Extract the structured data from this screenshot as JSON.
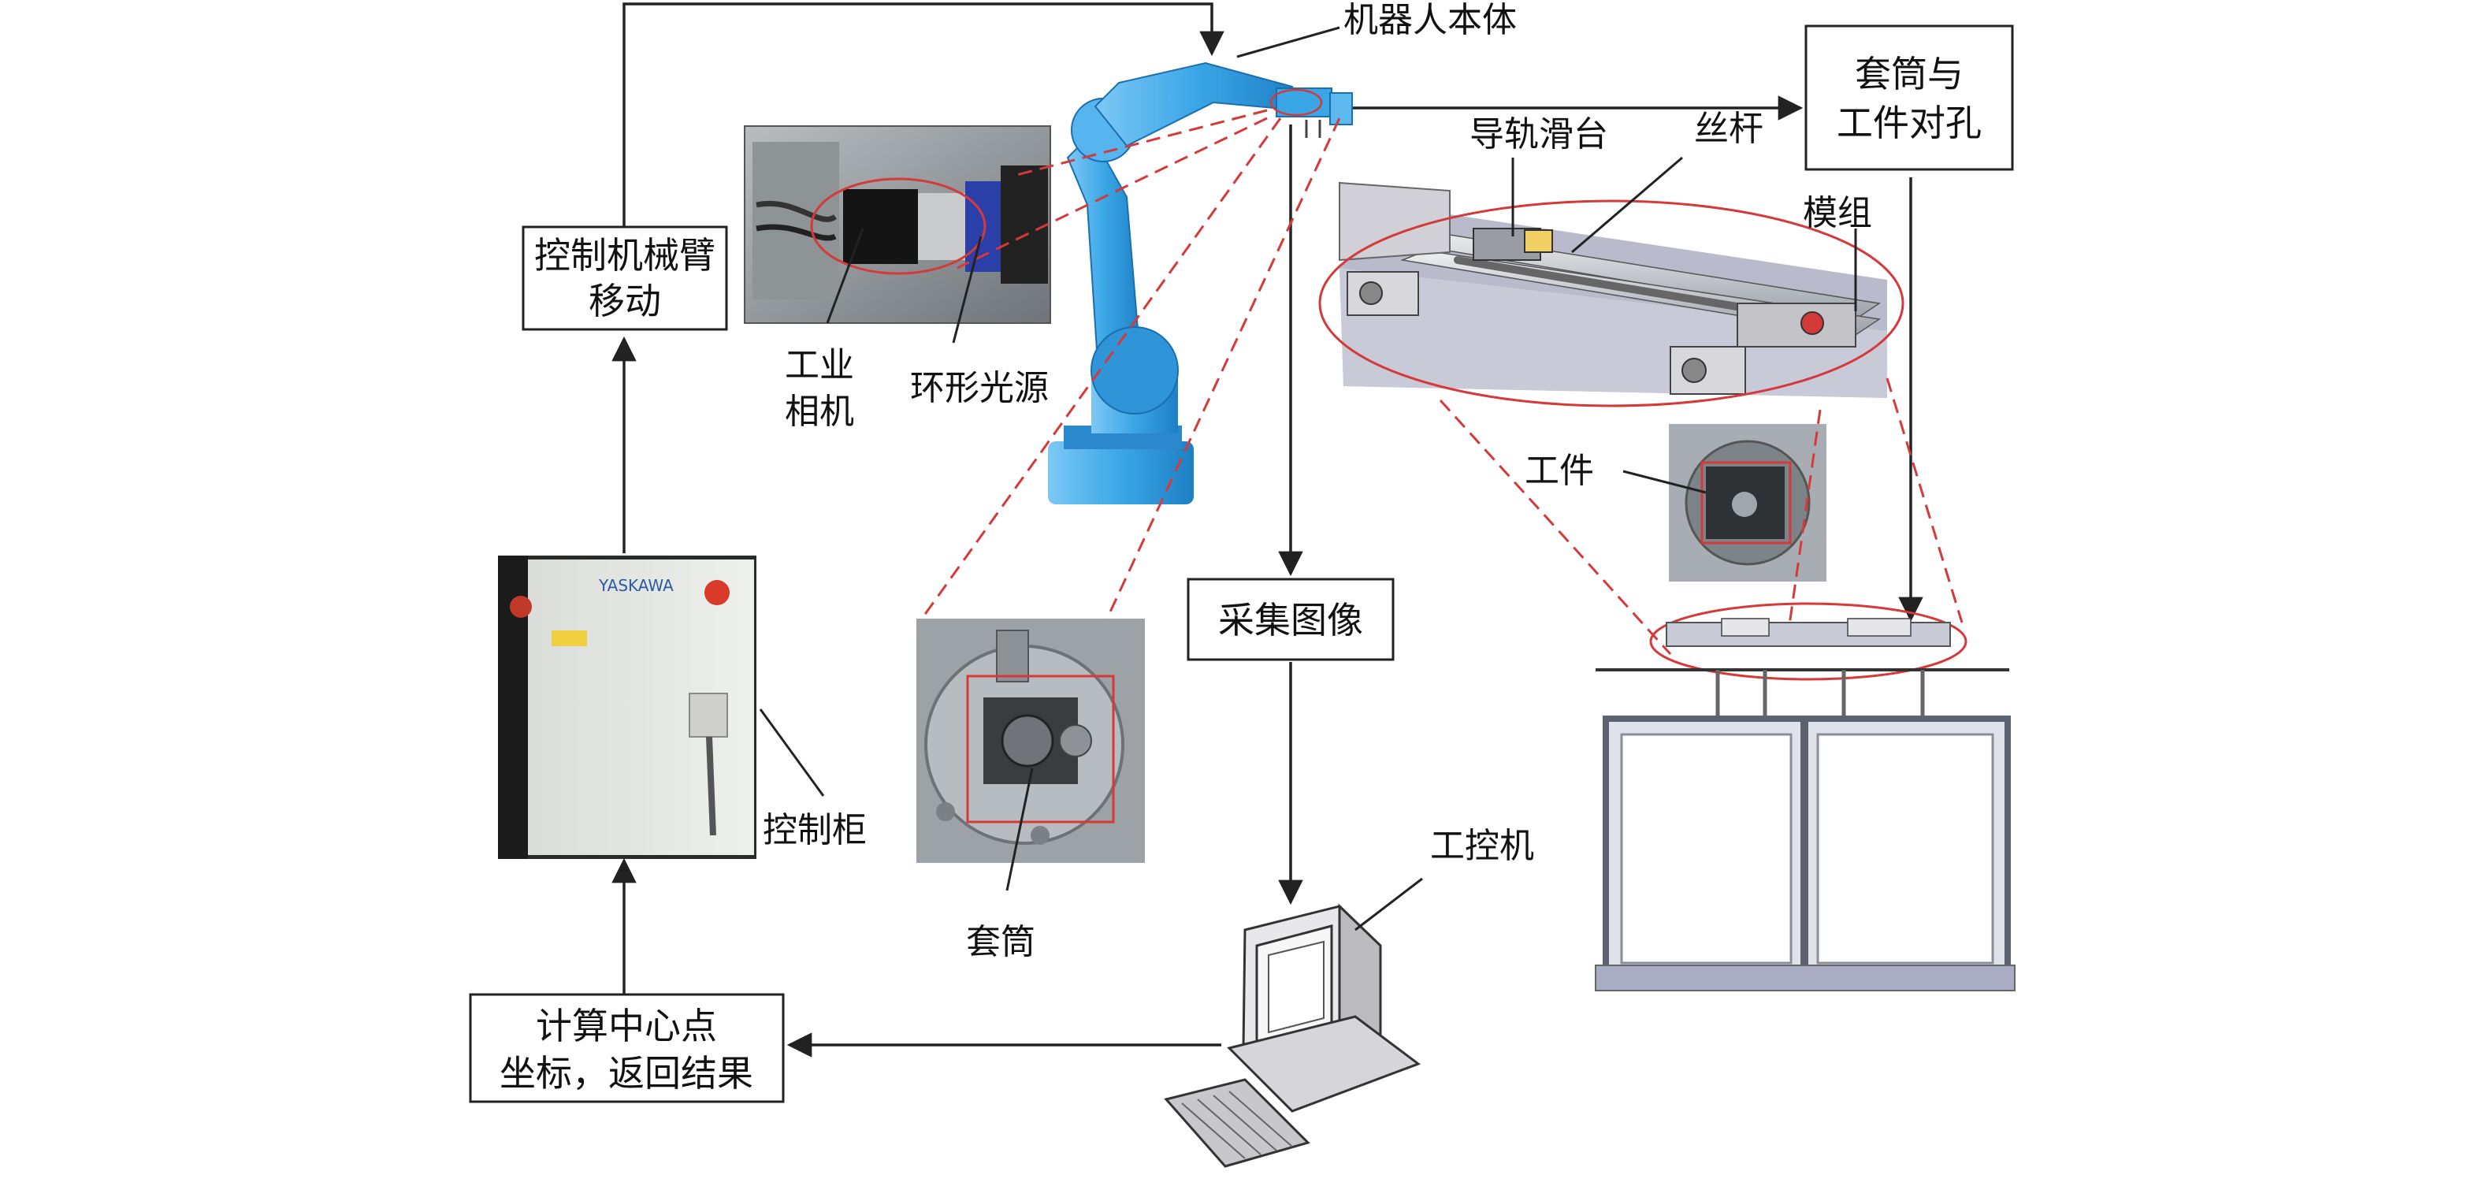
{
  "boxes": {
    "control_arm": [
      "控制机械臂",
      "移动"
    ],
    "sleeve_align": [
      "套筒与",
      "工件对孔"
    ],
    "capture_image": "采集图像",
    "compute_center": [
      "计算中心点",
      "坐标，返回结果"
    ]
  },
  "labels": {
    "robot_body": "机器人本体",
    "industrial_camera": [
      "工业",
      "相机"
    ],
    "ring_light": "环形光源",
    "guide_rail_slide": "导轨滑台",
    "lead_screw": "丝杆",
    "module": "模组",
    "workpiece": "工件",
    "control_cabinet": "控制柜",
    "sleeve": "套筒",
    "industrial_pc": "工控机"
  },
  "cabinet_brand": "YASKAWA",
  "colors": {
    "robot": "#3aa6e6",
    "highlight_red": "#d43a3a",
    "arrow": "#222222"
  }
}
